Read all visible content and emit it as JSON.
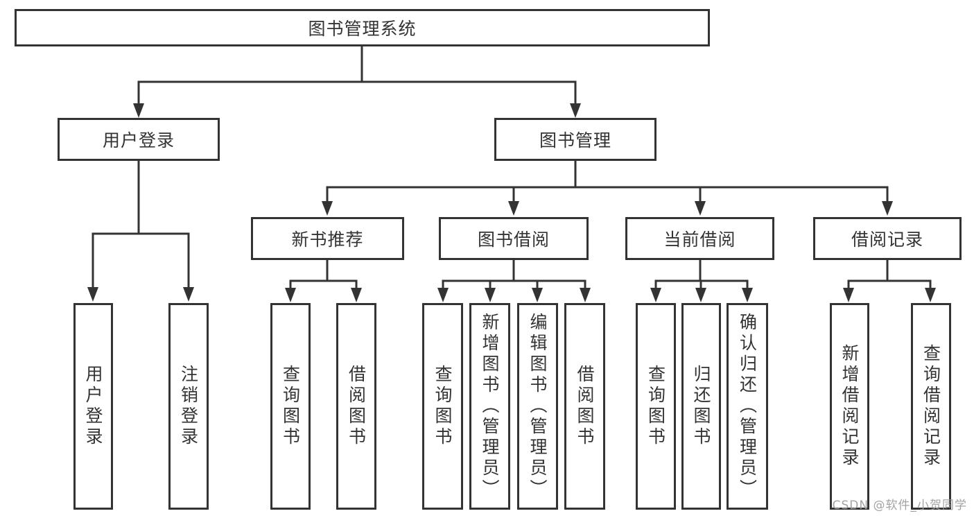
{
  "diagram": {
    "title": "图书管理系统",
    "root": {
      "label": "图书管理系统"
    },
    "branches": [
      {
        "label": "用户登录",
        "children": [
          {
            "label": "用户登录"
          },
          {
            "label": "注销登录"
          }
        ]
      },
      {
        "label": "图书管理",
        "children": [
          {
            "label": "新书推荐",
            "children": [
              {
                "label": "查询图书"
              },
              {
                "label": "借阅图书"
              }
            ]
          },
          {
            "label": "图书借阅",
            "children": [
              {
                "label": "查询图书"
              },
              {
                "label": "新增图书（管理员）"
              },
              {
                "label": "编辑图书（管理员）"
              },
              {
                "label": "借阅图书"
              }
            ]
          },
          {
            "label": "当前借阅",
            "children": [
              {
                "label": "查询图书"
              },
              {
                "label": "归还图书"
              },
              {
                "label": "确认归还（管理员）"
              }
            ]
          },
          {
            "label": "借阅记录",
            "children": [
              {
                "label": "新增借阅记录"
              },
              {
                "label": "查询借阅记录"
              }
            ]
          }
        ]
      }
    ]
  },
  "watermark": {
    "text": "CSDN @软件_小贺同学"
  },
  "colors": {
    "line": "#333333",
    "box_border": "#333333",
    "box_fill": "#ffffff",
    "text": "#333333",
    "watermark": "#9e9e9e",
    "background": "#ffffff"
  }
}
